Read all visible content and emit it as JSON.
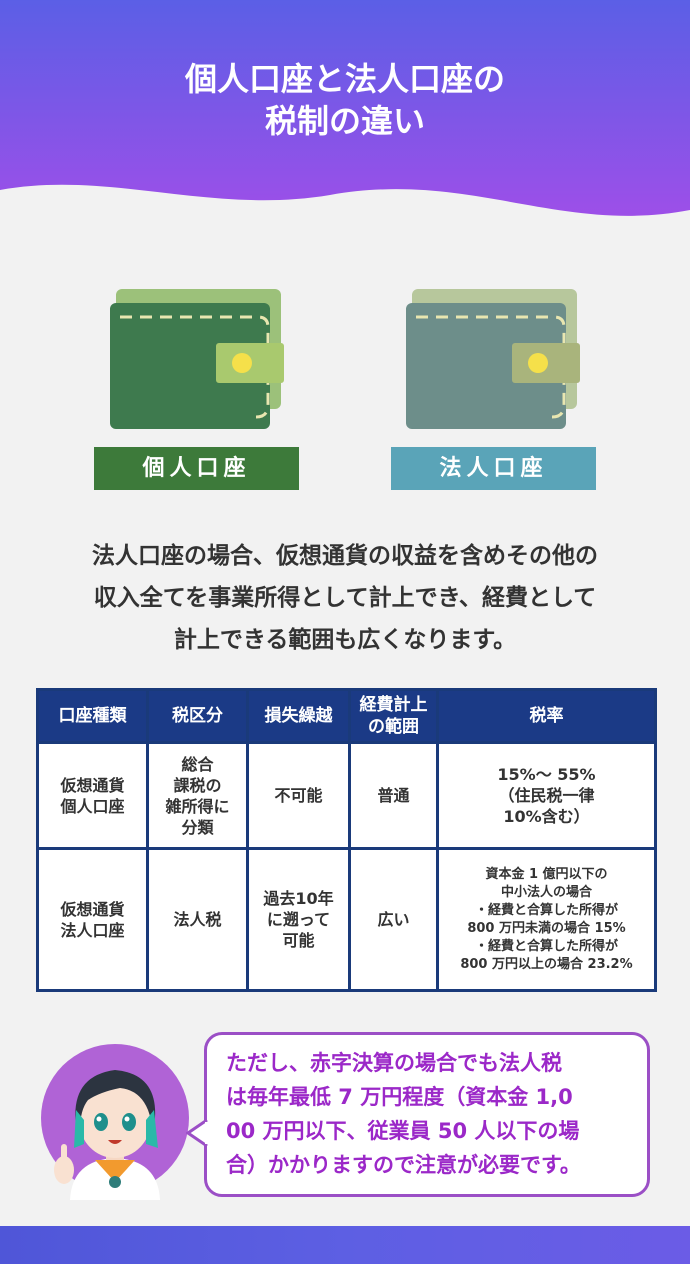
{
  "header": {
    "title_line1": "個人口座と法人口座の",
    "title_line2": "税制の違い"
  },
  "wallets": {
    "personal_label": "個人口座",
    "corporate_label": "法人口座",
    "personal_color": "#3d7a3a",
    "corporate_color": "#5aa4b8"
  },
  "description": {
    "line1": "法人口座の場合、仮想通貨の収益を含めその他の",
    "line2": "収入全てを事業所得として計上でき、経費として",
    "line3": "計上できる範囲も広くなります。"
  },
  "table": {
    "headers": {
      "type": "口座種類",
      "tax_class": "税区分",
      "loss_carry": "損失繰越",
      "expense_line1": "経費計上",
      "expense_line2": "の範囲",
      "rate": "税率"
    },
    "rows": [
      {
        "type_line1": "仮想通貨",
        "type_line2": "個人口座",
        "tax_line1": "総合",
        "tax_line2": "課税の",
        "tax_line3": "雑所得に",
        "tax_line4": "分類",
        "loss": "不可能",
        "expense": "普通",
        "rate_line1": "15%～ 55%",
        "rate_line2": "（住民税一律",
        "rate_line3": "10%含む）"
      },
      {
        "type_line1": "仮想通貨",
        "type_line2": "法人口座",
        "tax_line1": "法人税",
        "loss_line1": "過去10年",
        "loss_line2": "に遡って",
        "loss_line3": "可能",
        "expense": "広い",
        "rate_line1": "資本金 1 億円以下の",
        "rate_line2": "中小法人の場合",
        "rate_line3": "・経費と合算した所得が",
        "rate_line4": "800 万円未満の場合 15%",
        "rate_line5": "・経費と合算した所得が",
        "rate_line6": "800 万円以上の場合 23.2%"
      }
    ]
  },
  "note": {
    "line1": "ただし、赤字決算の場合でも法人税",
    "line2": "は毎年最低 7 万円程度（資本金 1,0",
    "line3": "00 万円以下、従業員 50 人以下の場",
    "line4": "合）かかりますので注意が必要です。"
  }
}
